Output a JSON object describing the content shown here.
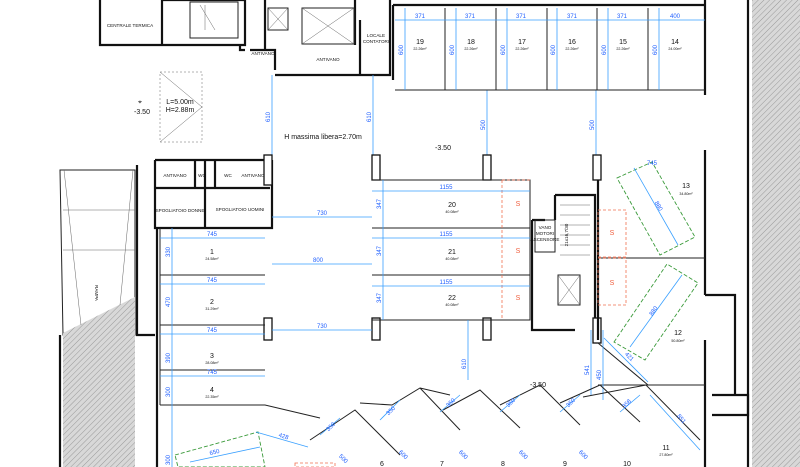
{
  "rooms": {
    "centrale_termica": "CENTRALE TERMICA",
    "antivano": "ANTIVANO",
    "locale_contatori_1": "LOCALE",
    "locale_contatori_2": "CONTATORI",
    "wc": "WC",
    "spogliatoio_donne": "SPOGLIATOIO DONNE",
    "spogliatoio_uomini": "SPOGLIATOIO UOMINI",
    "vano_1": "VANO",
    "vano_2": "MOTORI",
    "vano_3": "ASCENSORE",
    "rampa": "RAMPA",
    "stair_note": "21x16,7/30"
  },
  "notes": {
    "h_max": "H massima libera=2.70m",
    "l": "L=5.00m",
    "h": "H=2.88m",
    "level": "-3.50",
    "service": "S"
  },
  "spaces": [
    {
      "n": "1",
      "area": "24.58m²"
    },
    {
      "n": "2",
      "area": "31.29m²"
    },
    {
      "n": "3",
      "area": "28.08m²"
    },
    {
      "n": "4",
      "area": "22.35m²"
    },
    {
      "n": "6",
      "area": ""
    },
    {
      "n": "7",
      "area": ""
    },
    {
      "n": "8",
      "area": ""
    },
    {
      "n": "9",
      "area": ""
    },
    {
      "n": "10",
      "area": ""
    },
    {
      "n": "11",
      "area": "27.80m²"
    },
    {
      "n": "12",
      "area": "50.80m²"
    },
    {
      "n": "13",
      "area": "34.80m²"
    },
    {
      "n": "14",
      "area": "24.00m²"
    },
    {
      "n": "15",
      "area": "22.26m²"
    },
    {
      "n": "16",
      "area": "22.26m²"
    },
    {
      "n": "17",
      "area": "22.26m²"
    },
    {
      "n": "18",
      "area": "22.26m²"
    },
    {
      "n": "19",
      "area": "22.26m²"
    },
    {
      "n": "20",
      "area": "40.08m²"
    },
    {
      "n": "21",
      "area": "40.08m²"
    },
    {
      "n": "22",
      "area": "40.08m²"
    }
  ],
  "dims": {
    "d371": "371",
    "d400": "400",
    "d600": "600",
    "d500": "500",
    "d610": "610",
    "d1155": "1155",
    "d347": "347",
    "d730": "730",
    "d800": "800",
    "d745": "745",
    "d330": "330",
    "d470": "470",
    "d390": "390",
    "d300": "300",
    "d428": "428",
    "d650": "650",
    "d350": "350",
    "d541": "541",
    "d450": "450",
    "d880": "880",
    "d421": "421",
    "d358": "358",
    "d851": "851"
  },
  "colors": {
    "wall": "#111111",
    "dimension": "#3aa0ff",
    "service_zone": "#f07050",
    "diagonal_zone": "#3a9a3a"
  }
}
